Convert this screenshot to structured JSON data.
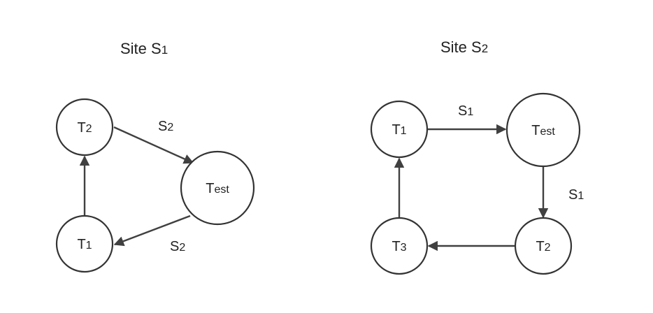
{
  "sites": [
    {
      "id": "site1",
      "title": {
        "main": "Site S",
        "sub": "1"
      },
      "nodes": [
        {
          "id": "T2",
          "main": "T",
          "sub": "2"
        },
        {
          "id": "Test",
          "main": "T",
          "sub": "est"
        },
        {
          "id": "T1",
          "main": "T",
          "sub": "1"
        }
      ],
      "edges": [
        {
          "from": "T2",
          "to": "Test",
          "label": {
            "main": "S",
            "sub": "2"
          }
        },
        {
          "from": "Test",
          "to": "T1",
          "label": {
            "main": "S",
            "sub": "2"
          }
        },
        {
          "from": "T1",
          "to": "T2",
          "label": null
        }
      ]
    },
    {
      "id": "site2",
      "title": {
        "main": "Site S",
        "sub": "2"
      },
      "nodes": [
        {
          "id": "T1",
          "main": "T",
          "sub": "1"
        },
        {
          "id": "Test",
          "main": "T",
          "sub": "est"
        },
        {
          "id": "T2",
          "main": "T",
          "sub": "2"
        },
        {
          "id": "T3",
          "main": "T",
          "sub": "3"
        }
      ],
      "edges": [
        {
          "from": "T1",
          "to": "Test",
          "label": {
            "main": "S",
            "sub": "1"
          }
        },
        {
          "from": "Test",
          "to": "T2",
          "label": {
            "main": "S",
            "sub": "1"
          }
        },
        {
          "from": "T2",
          "to": "T3",
          "label": null
        },
        {
          "from": "T3",
          "to": "T1",
          "label": null
        }
      ]
    }
  ]
}
